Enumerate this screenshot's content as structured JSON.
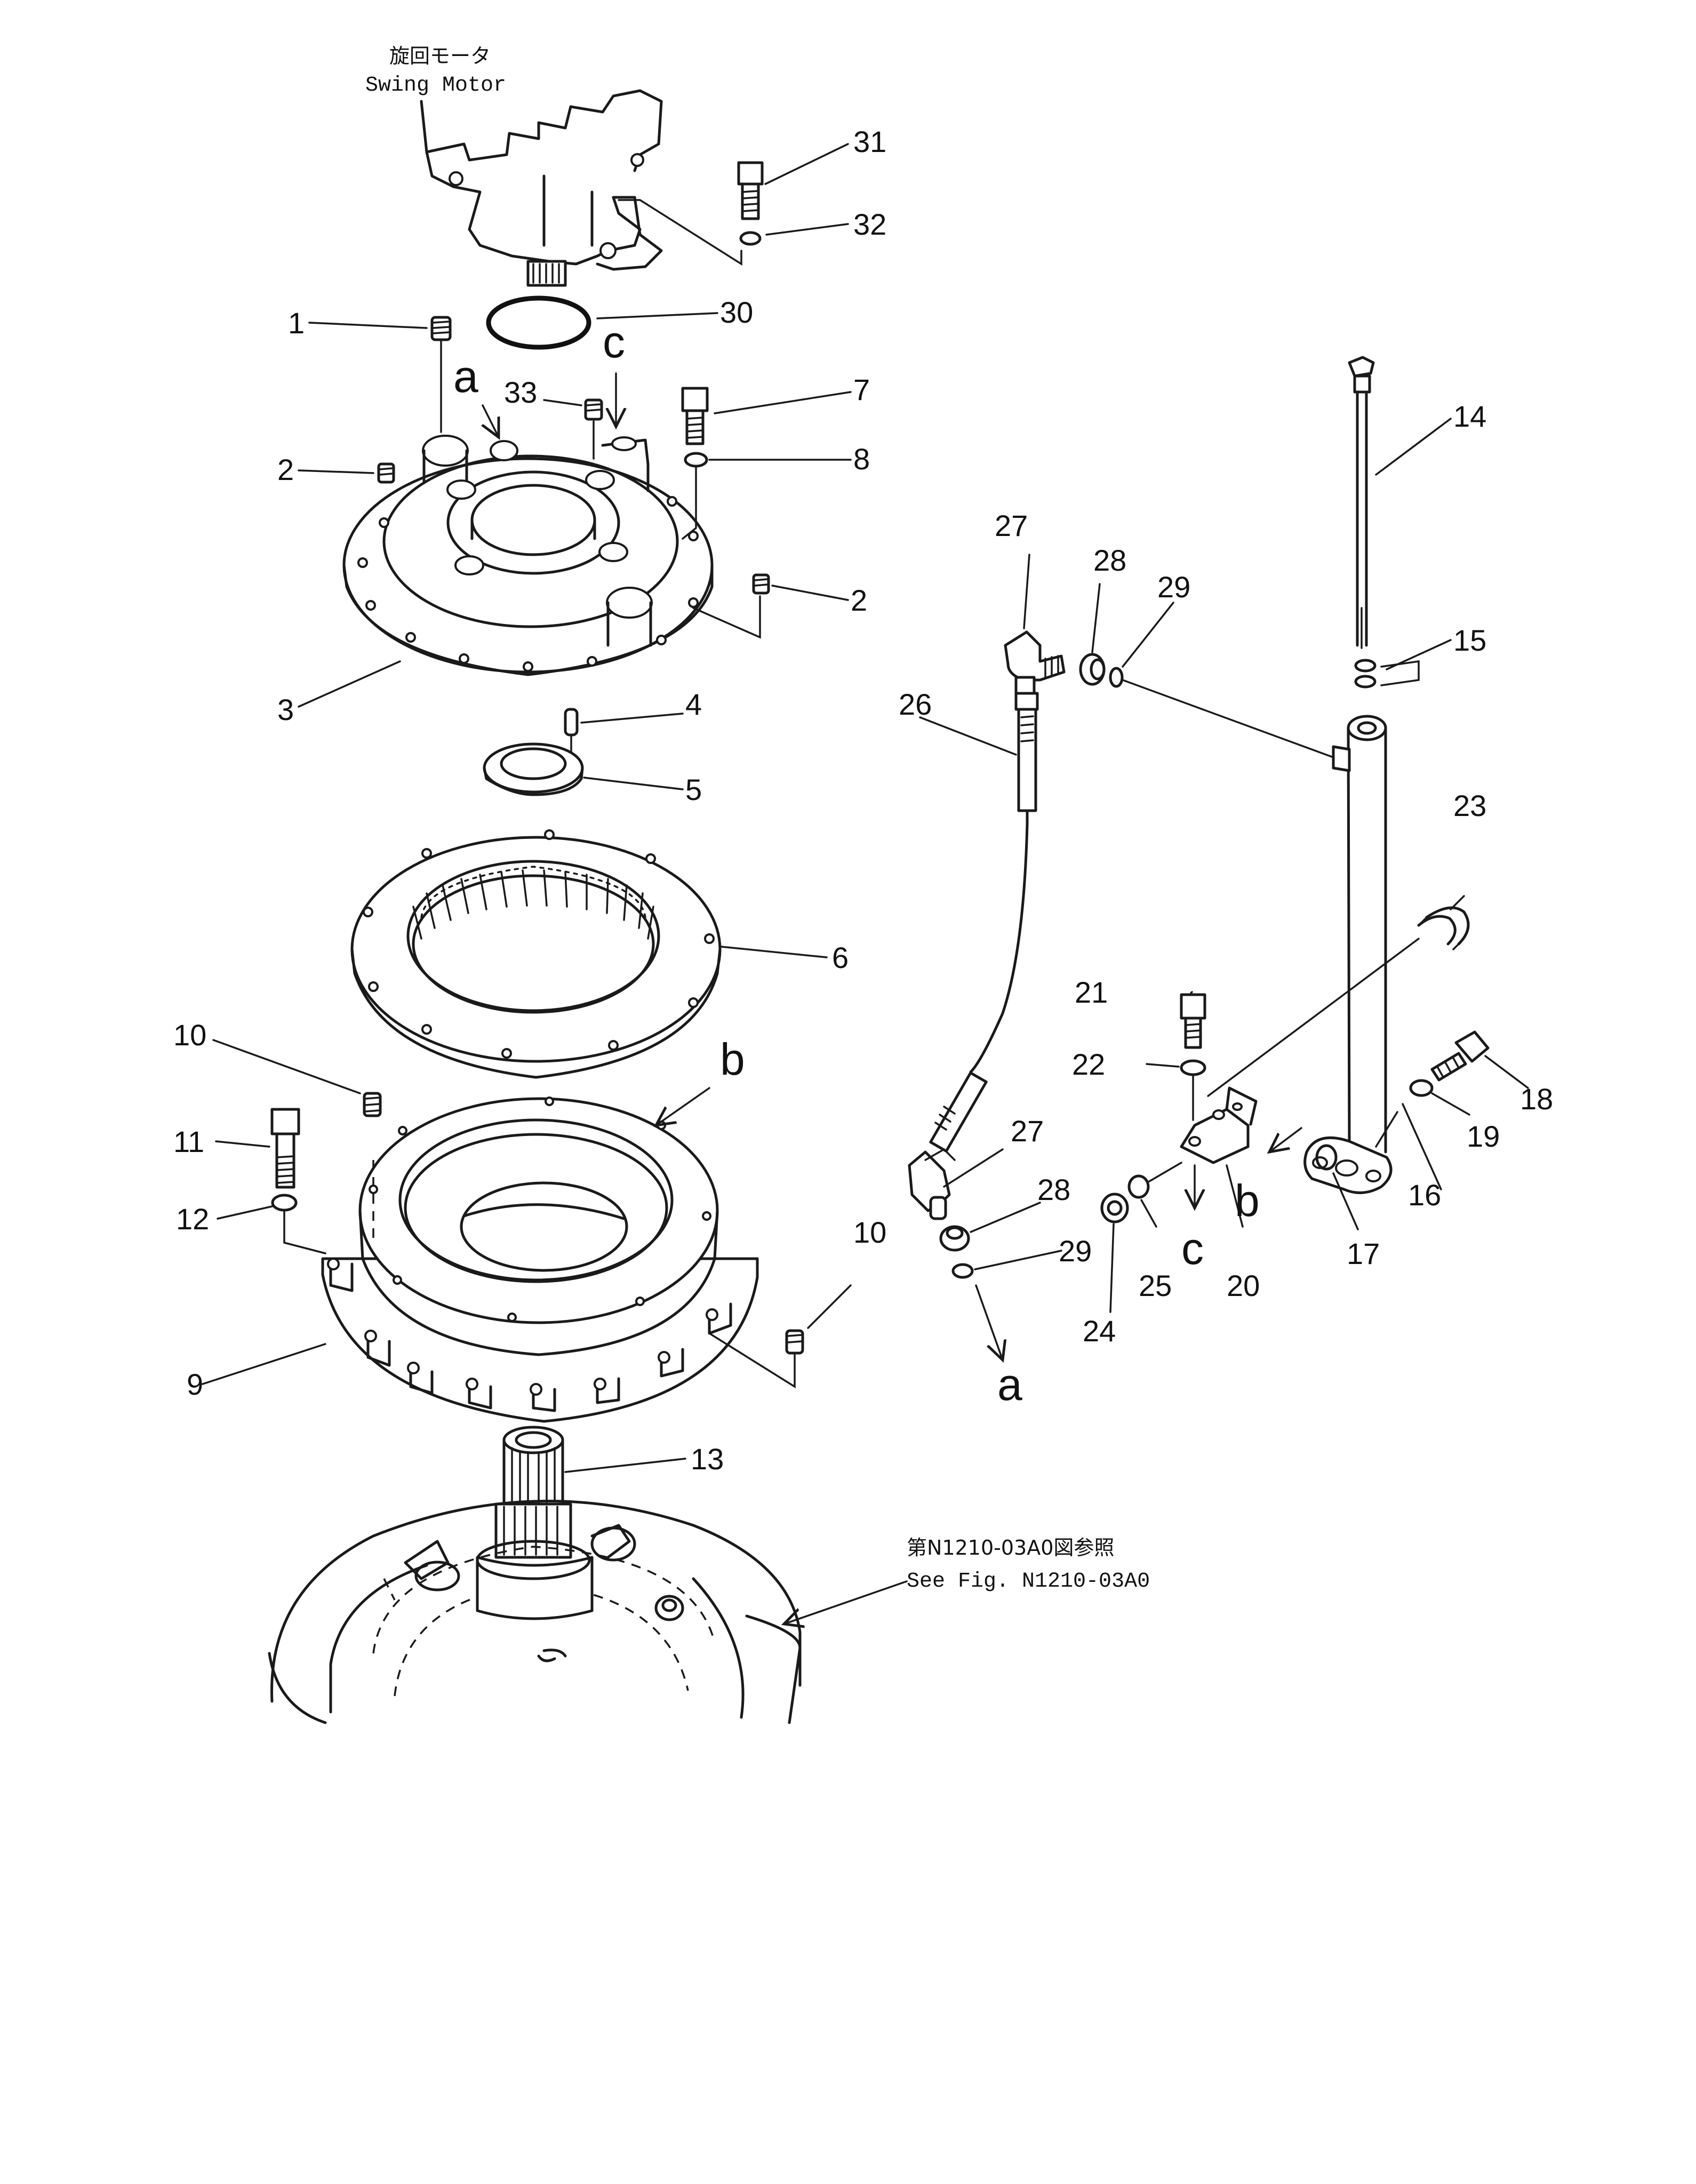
{
  "header": {
    "motor_jp": "旋回モータ",
    "motor_en": "Swing Motor"
  },
  "reference": {
    "jp": "第N1210-03A0図参照",
    "en": "See Fig. N1210-03A0"
  },
  "view_letters": {
    "a_top": "a",
    "a_bottom": "a",
    "b_top": "b",
    "b_bottom": "b",
    "c_top": "c",
    "c_bottom": "c"
  },
  "callouts": {
    "n1": "1",
    "n2a": "2",
    "n2b": "2",
    "n3": "3",
    "n4": "4",
    "n5": "5",
    "n6": "6",
    "n7": "7",
    "n8": "8",
    "n9": "9",
    "n10a": "10",
    "n10b": "10",
    "n11": "11",
    "n12": "12",
    "n13": "13",
    "n14": "14",
    "n15": "15",
    "n16": "16",
    "n17": "17",
    "n18": "18",
    "n19": "19",
    "n20": "20",
    "n21": "21",
    "n22": "22",
    "n23": "23",
    "n24": "24",
    "n25": "25",
    "n26": "26",
    "n27a": "27",
    "n27b": "27",
    "n28a": "28",
    "n28b": "28",
    "n29a": "29",
    "n29b": "29",
    "n30": "30",
    "n31": "31",
    "n32": "32",
    "n33": "33"
  }
}
